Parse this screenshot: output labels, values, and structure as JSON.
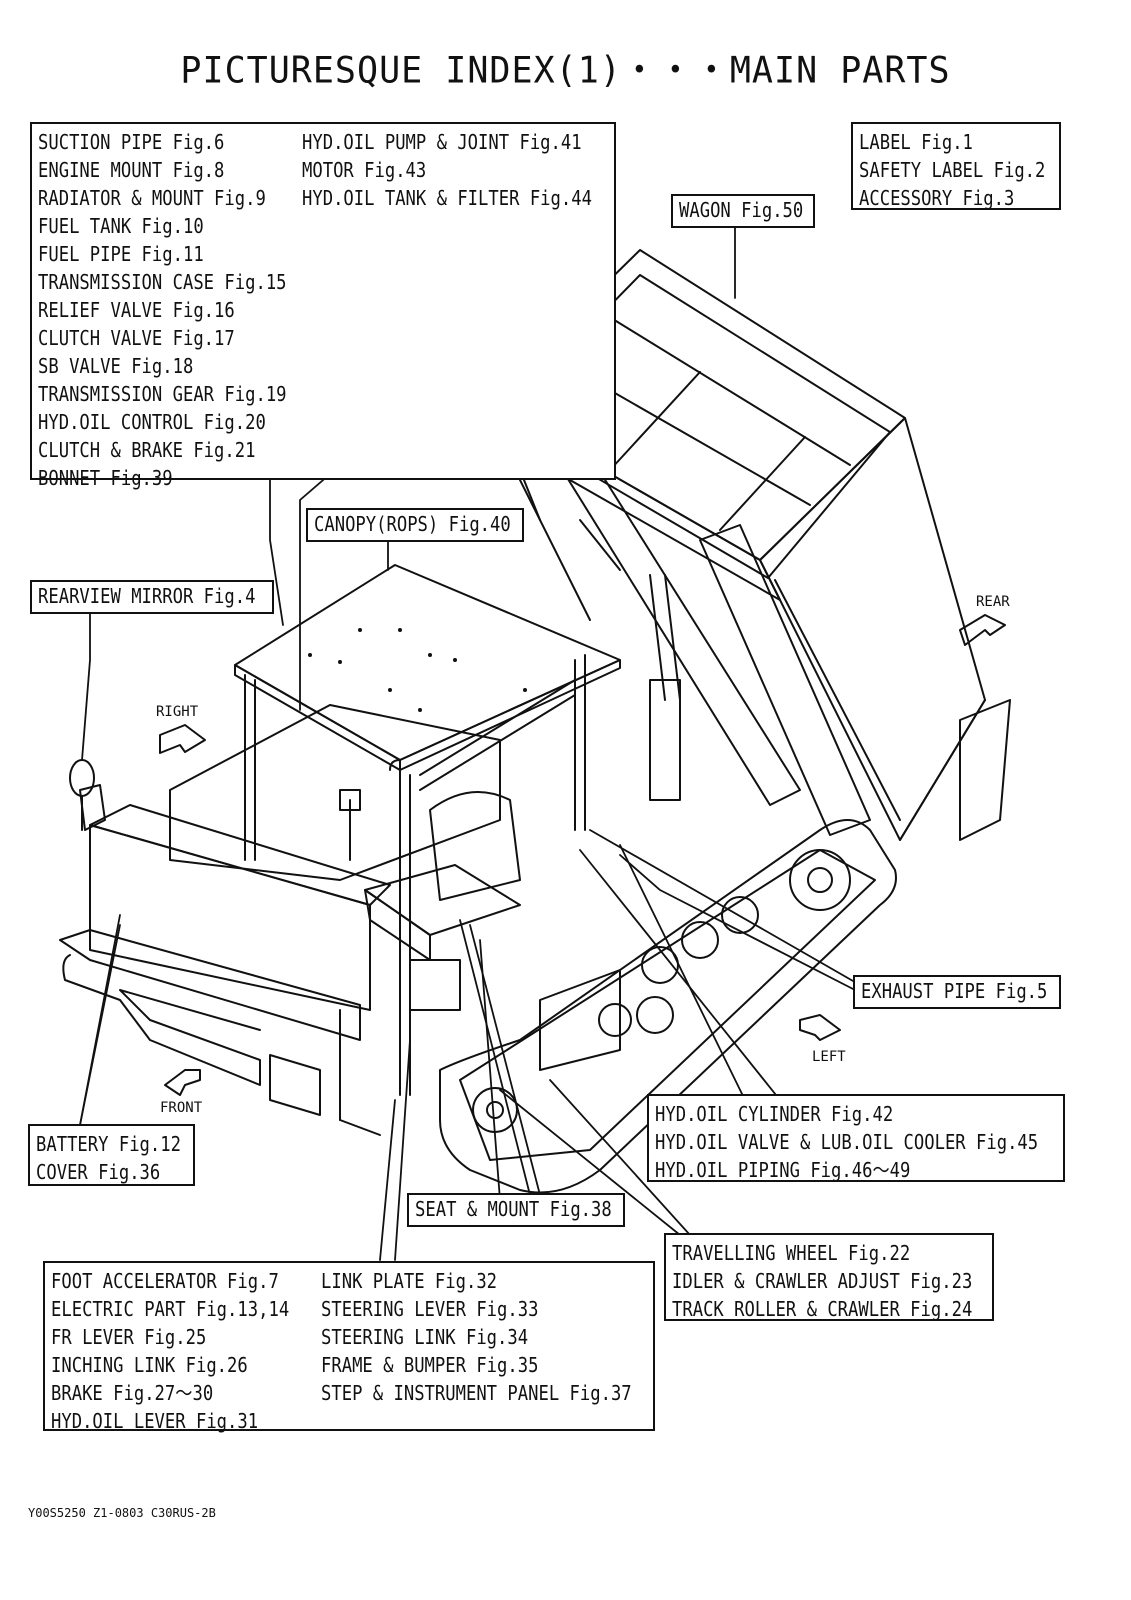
{
  "title": "PICTURESQUE INDEX(1)・・・MAIN PARTS",
  "boxes": {
    "top_left_a": [
      "SUCTION PIPE Fig.6",
      "ENGINE MOUNT Fig.8",
      "RADIATOR & MOUNT Fig.9",
      "FUEL TANK Fig.10",
      "FUEL PIPE Fig.11",
      "TRANSMISSION CASE Fig.15",
      "RELIEF VALVE Fig.16",
      "CLUTCH VALVE Fig.17",
      "SB VALVE Fig.18",
      "TRANSMISSION GEAR Fig.19",
      "HYD.OIL CONTROL Fig.20",
      "CLUTCH & BRAKE Fig.21",
      "BONNET Fig.39"
    ],
    "top_left_b": [
      "HYD.OIL PUMP & JOINT Fig.41",
      "MOTOR Fig.43",
      "HYD.OIL TANK & FILTER Fig.44"
    ],
    "top_right": [
      "LABEL Fig.1",
      "SAFETY LABEL Fig.2",
      "ACCESSORY Fig.3"
    ],
    "wagon": "WAGON Fig.50",
    "canopy": "CANOPY(ROPS) Fig.40",
    "mirror": "REARVIEW MIRROR Fig.4",
    "exhaust": "EXHAUST PIPE Fig.5",
    "hyd_oil": [
      "HYD.OIL CYLINDER Fig.42",
      "HYD.OIL VALVE & LUB.OIL COOLER Fig.45",
      "HYD.OIL PIPING Fig.46～49"
    ],
    "battery": [
      "BATTERY Fig.12",
      "COVER Fig.36"
    ],
    "seat": "SEAT & MOUNT Fig.38",
    "travel": [
      "TRAVELLING WHEEL Fig.22",
      "IDLER & CRAWLER ADJUST Fig.23",
      "TRACK ROLLER & CRAWLER Fig.24"
    ],
    "bottom_a": [
      "FOOT ACCELERATOR Fig.7",
      "ELECTRIC PART Fig.13,14",
      "FR LEVER Fig.25",
      "INCHING LINK Fig.26",
      "BRAKE Fig.27～30",
      "HYD.OIL LEVER Fig.31"
    ],
    "bottom_b": [
      "LINK PLATE Fig.32",
      "STEERING LEVER Fig.33",
      "STEERING LINK Fig.34",
      "FRAME & BUMPER Fig.35",
      "STEP & INSTRUMENT PANEL Fig.37"
    ]
  },
  "directions": {
    "rear": "REAR",
    "right": "RIGHT",
    "left": "LEFT",
    "front": "FRONT"
  },
  "footer": "Y00S5250 Z1-0803 C30RUS-2B"
}
